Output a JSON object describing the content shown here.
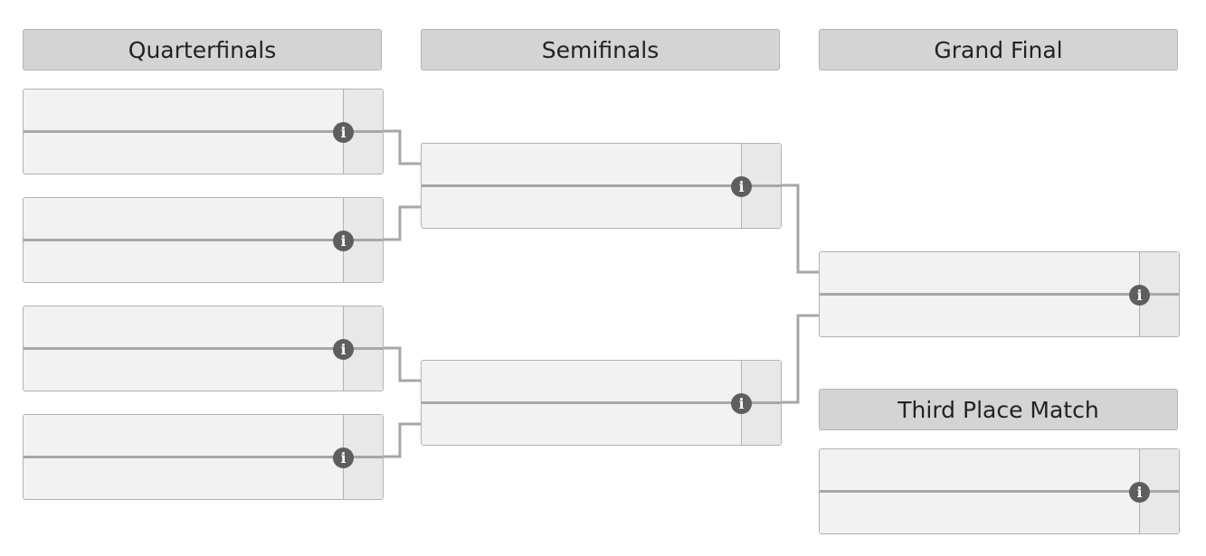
{
  "rounds": [
    {
      "label": "Quarterfinals"
    },
    {
      "label": "Semifinals"
    },
    {
      "label": "Grand Final"
    }
  ],
  "third_place": {
    "label": "Third Place Match"
  },
  "info_icon_glyph": "i",
  "colors": {
    "header_bg": "#d4d4d4",
    "match_bg": "#f2f2f2",
    "score_bg": "#e8e8e8",
    "connector": "#a7a7a7",
    "info_icon": "#5e5e5e"
  }
}
